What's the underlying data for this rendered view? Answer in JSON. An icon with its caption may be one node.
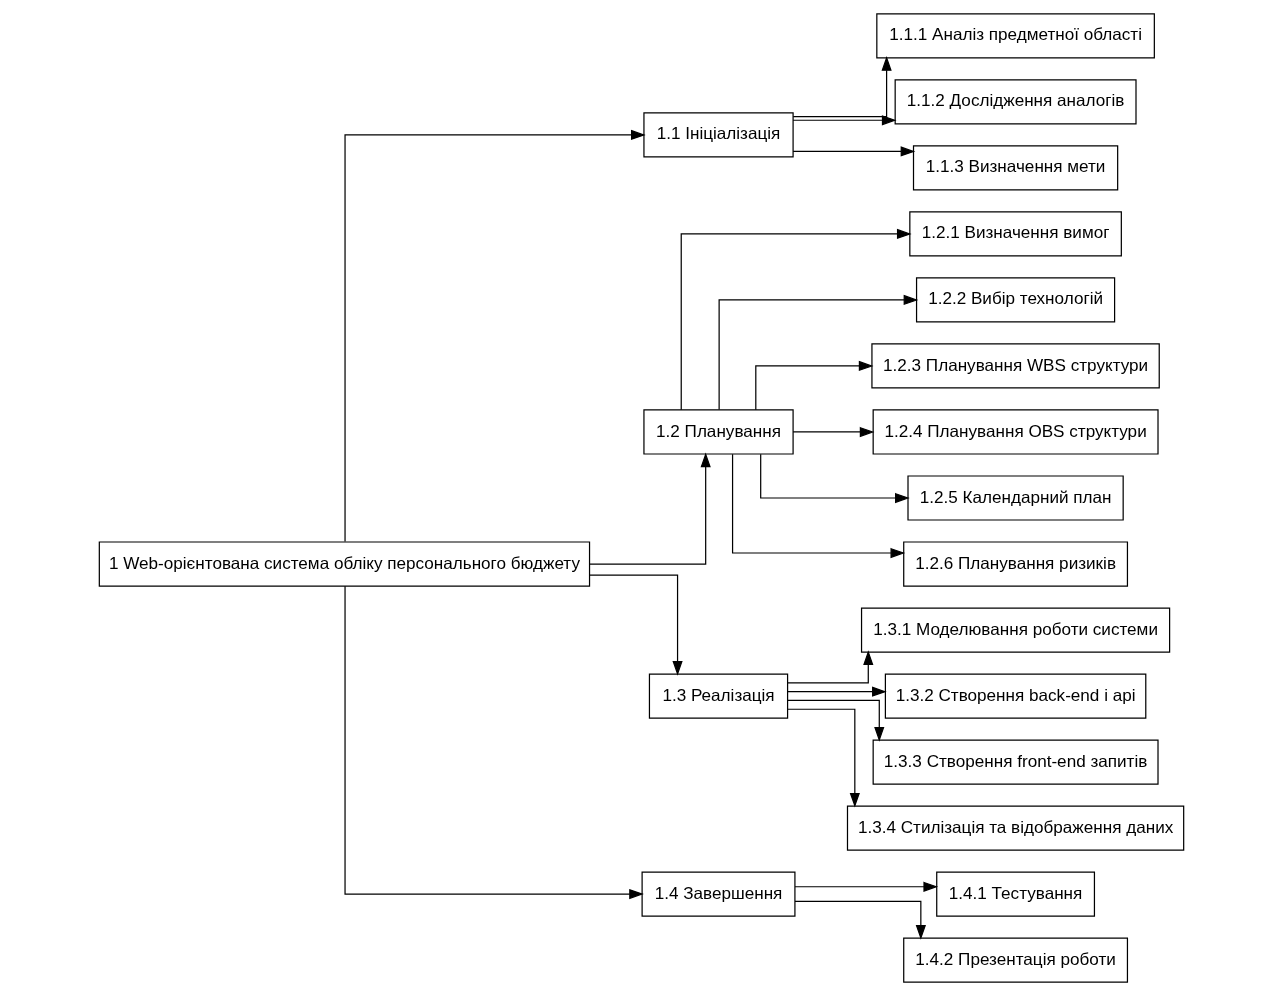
{
  "diagram": {
    "nodes": [
      {
        "text": [
          "1 Web-орієнтована система обліку персонального бюджету"
        ]
      },
      {
        "text": [
          "1.1 Ініціалізація"
        ]
      },
      {
        "text": [
          "1.1.1 Аналіз предметної області"
        ]
      },
      {
        "text": [
          "1.1.2 Дослідження аналогів"
        ]
      },
      {
        "text": [
          "1.1.3 Визначення мети"
        ]
      },
      {
        "text": [
          "1.2 Планування"
        ]
      },
      {
        "text": [
          "1.2.1 Визначення вимог"
        ]
      },
      {
        "text": [
          "1.2.2 Вибір технологій"
        ]
      },
      {
        "text": [
          "1.2.3 Планування WBS структури"
        ]
      },
      {
        "text": [
          "1.2.4 Планування OBS структури"
        ]
      },
      {
        "text": [
          "1.2.5 Календарний план"
        ]
      },
      {
        "text": [
          "1.2.6 Планування ризиків"
        ]
      },
      {
        "text": [
          "1.3 Реалізація"
        ]
      },
      {
        "text": [
          "1.3.1 Моделювання роботи системи"
        ]
      },
      {
        "text": [
          "1.3.2 Створення back-end і api"
        ]
      },
      {
        "text": [
          "1.3.3 Створення front-end запитів"
        ]
      },
      {
        "text": [
          "1.3.4 Стилізація та відображення даних"
        ]
      },
      {
        "text": [
          "1.4 Завершення"
        ]
      },
      {
        "text": [
          "1.4.1 Тестування"
        ]
      },
      {
        "text": [
          "1.4.2 Презентація роботи"
        ]
      }
    ],
    "edges": [
      {
        "from": 0,
        "to": 1,
        "arrow": "to"
      },
      {
        "from": 0,
        "to": 5,
        "arrow": "to"
      },
      {
        "from": 0,
        "to": 12,
        "arrow": "to"
      },
      {
        "from": 0,
        "to": 17,
        "arrow": "to"
      },
      {
        "from": 1,
        "to": 2,
        "arrow": "to"
      },
      {
        "from": 1,
        "to": 3,
        "arrow": "to"
      },
      {
        "from": 1,
        "to": 4,
        "arrow": "to"
      },
      {
        "from": 5,
        "to": 6,
        "arrow": "to"
      },
      {
        "from": 5,
        "to": 7,
        "arrow": "to"
      },
      {
        "from": 5,
        "to": 8,
        "arrow": "to"
      },
      {
        "from": 5,
        "to": 9,
        "arrow": "to"
      },
      {
        "from": 5,
        "to": 10,
        "arrow": "to"
      },
      {
        "from": 5,
        "to": 11,
        "arrow": "to"
      },
      {
        "from": 12,
        "to": 13,
        "arrow": "to"
      },
      {
        "from": 12,
        "to": 14,
        "arrow": "to"
      },
      {
        "from": 12,
        "to": 15,
        "arrow": "to"
      },
      {
        "from": 12,
        "to": 16,
        "arrow": "to"
      },
      {
        "from": 17,
        "to": 18,
        "arrow": "to"
      },
      {
        "from": 17,
        "to": 19,
        "arrow": "to"
      }
    ]
  }
}
